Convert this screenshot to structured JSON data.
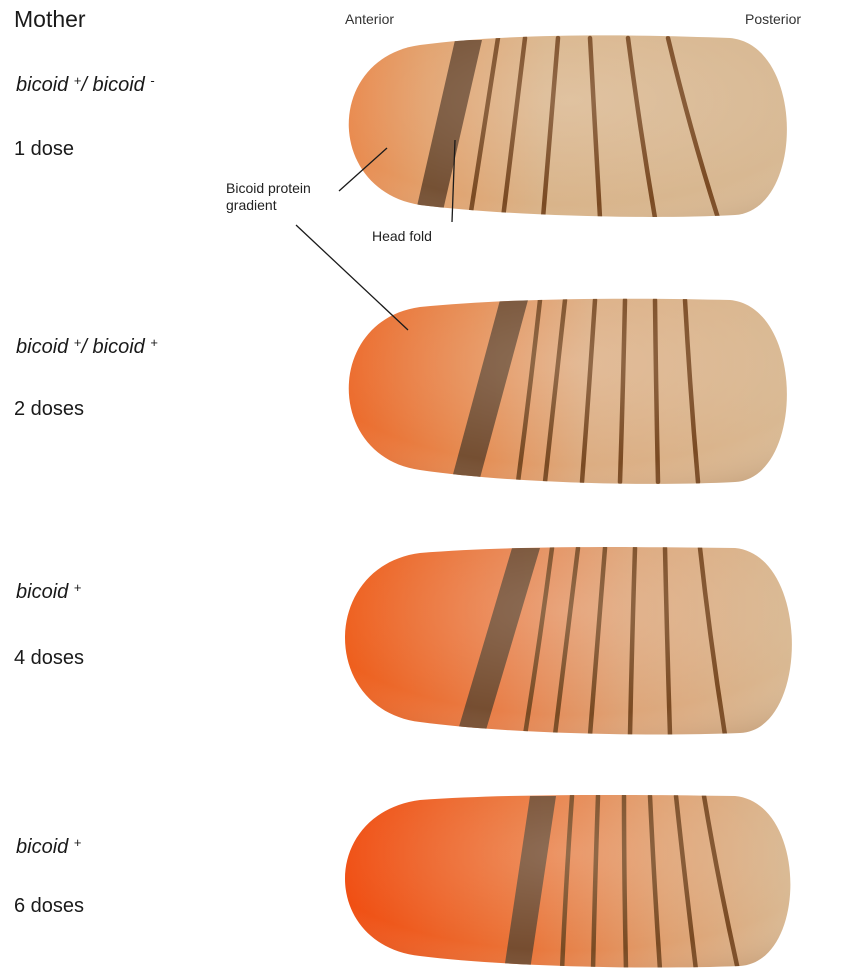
{
  "header": {
    "mother_label": "Mother",
    "anterior_label": "Anterior",
    "posterior_label": "Posterior"
  },
  "annotations": {
    "bicoid_gradient_line1": "Bicoid protein",
    "bicoid_gradient_line2": "gradient",
    "head_fold": "Head fold"
  },
  "rows": [
    {
      "genotype_base1": "bicoid",
      "allele1": "+",
      "separator": "/",
      "genotype_base2": "bicoid",
      "allele2": "-",
      "dose_label": "1 dose",
      "doses": 1
    },
    {
      "genotype_base1": "bicoid",
      "allele1": "+",
      "separator": "/",
      "genotype_base2": "bicoid",
      "allele2": "+",
      "dose_label": "2 doses",
      "doses": 2
    },
    {
      "genotype_base1": "bicoid",
      "allele1": "+",
      "dose_label": "4 doses",
      "doses": 4
    },
    {
      "genotype_base1": "bicoid",
      "allele1": "+",
      "dose_label": "6 doses",
      "doses": 6
    }
  ],
  "colors": {
    "anterior_bicoid": "#ea5f20",
    "posterior_tan": "#d8b58c",
    "head_fold_band": "#6b4a30",
    "segment_stripe": "#7a4a22"
  }
}
